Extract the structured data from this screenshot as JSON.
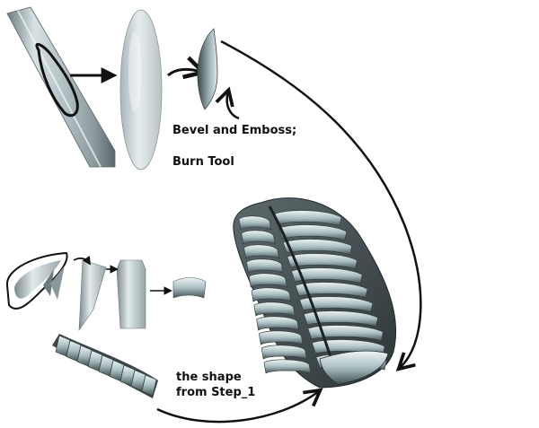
{
  "labels": {
    "bevel": "Bevel and Emboss;",
    "burn": "Burn Tool",
    "shape_line1": "the shape",
    "shape_line2": "from Step_1"
  },
  "colors": {
    "metal_light": "#e4ecee",
    "metal_mid": "#a8bcbf",
    "metal_dark": "#4a5658",
    "stroke": "#111111"
  }
}
